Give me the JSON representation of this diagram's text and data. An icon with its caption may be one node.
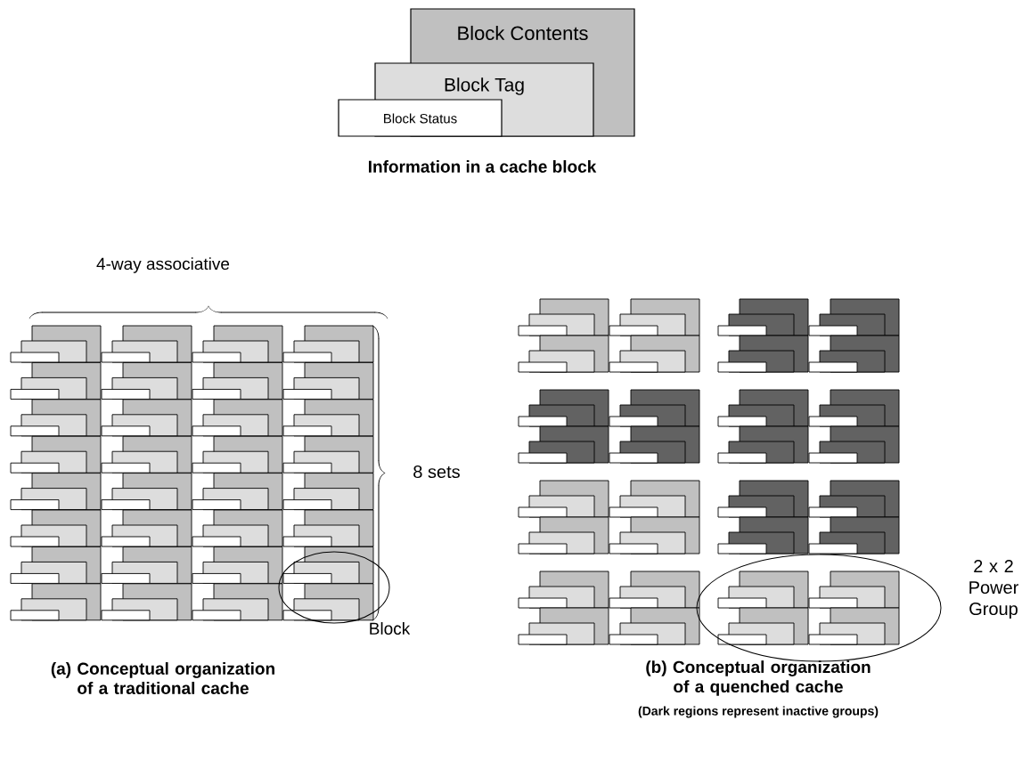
{
  "diagram": {
    "nodes": [
      {
        "text": [
          "Block Contents"
        ]
      },
      {
        "text": [
          "Block Tag"
        ]
      },
      {
        "text": [
          "Block Status"
        ]
      },
      {
        "text": [],
        "shape": "ellipse",
        "beside": [
          "Block"
        ]
      },
      {
        "text": [],
        "shape": "ellipse",
        "beside": [
          "2 x 2 Power Group"
        ]
      }
    ],
    "labels": [
      "Information in a cache block",
      "4-way associative",
      "8 sets",
      "(a) Conceptual organization of a traditional cache",
      "(b) Conceptual organization of a quenched cache",
      "(Dark regions represent inactive groups)"
    ]
  }
}
